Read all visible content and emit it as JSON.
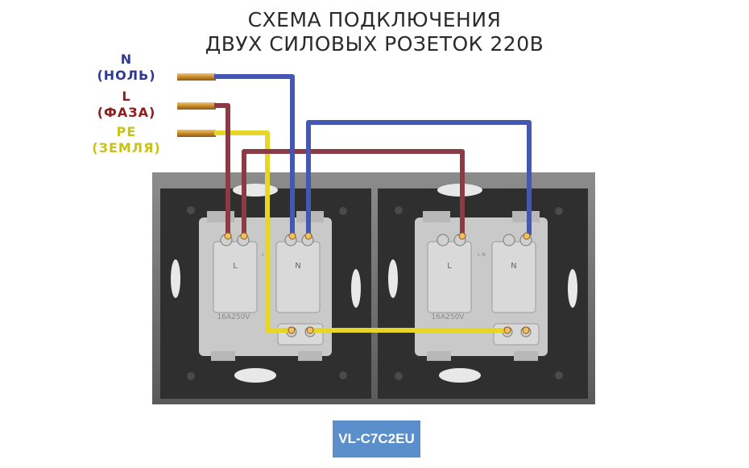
{
  "title": {
    "line1": "СХЕМА ПОДКЛЮЧЕНИЯ",
    "line2": "ДВУХ СИЛОВЫХ РОЗЕТОК 220В"
  },
  "wires": [
    {
      "code": "N",
      "name": "(НОЛЬ)",
      "color": "#2e3a8f"
    },
    {
      "code": "L",
      "name": "(ФАЗА)",
      "color": "#8b2020"
    },
    {
      "code": "PE",
      "name": "(ЗЕМЛЯ)",
      "color": "#c8c21a"
    }
  ],
  "sockets": [
    {
      "left_terminal": "L",
      "right_terminal": "N",
      "rating": "16A250V",
      "small_mark": "L N"
    },
    {
      "left_terminal": "L",
      "right_terminal": "N",
      "rating": "16A250V",
      "small_mark": "L N"
    }
  ],
  "colors": {
    "neutral_wire": "#4557b3",
    "phase_wire": "#8c3a44",
    "ground_wire": "#e6d62a",
    "frame": "#6b6b6b",
    "plate": "#2f2f2f",
    "mechanism": "#c9c9c9"
  },
  "model_badge": "VL-C7C2EU"
}
